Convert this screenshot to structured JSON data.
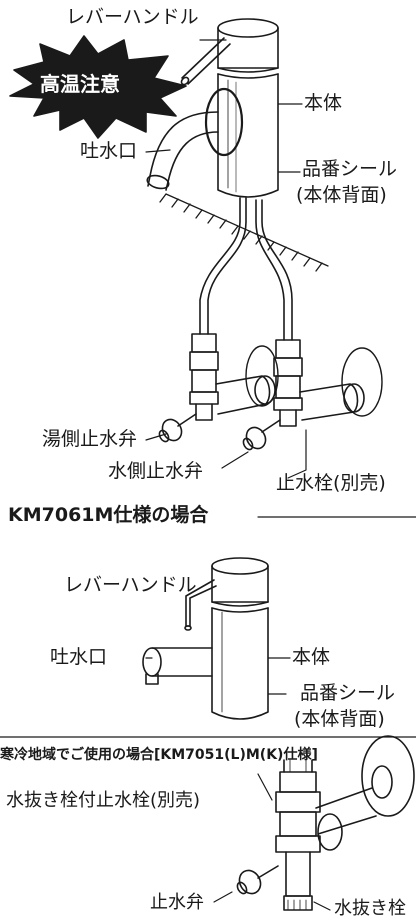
{
  "figure_a": {
    "warning_burst": "高温注意",
    "labels": {
      "lever_handle": "レバーハンドル",
      "body": "本体",
      "spout": "吐水口",
      "serial_label": "品番シール",
      "serial_label_note": "(本体背面)",
      "hot_stop_valve": "湯側止水弁",
      "cold_stop_valve": "水側止水弁",
      "stop_cock": "止水栓(別売)"
    }
  },
  "figure_b": {
    "section_title": "KM7061M仕様の場合",
    "labels": {
      "lever_handle": "レバーハンドル",
      "spout": "吐水口",
      "body": "本体",
      "serial_label": "品番シール",
      "serial_label_note": "(本体背面)"
    }
  },
  "figure_c": {
    "section_title": "寒冷地域でご使用の場合[KM7051(L)M(K)仕様]",
    "labels": {
      "drain_stop_cock": "水抜き栓付止水栓(別売)",
      "stop_valve": "止水弁",
      "drain_plug": "水抜き栓"
    }
  },
  "colors": {
    "line": "#1a1a1a",
    "warning_fill": "#1a1a1a",
    "warning_text": "#ffffff",
    "body_shade": "#e8e8e8"
  }
}
